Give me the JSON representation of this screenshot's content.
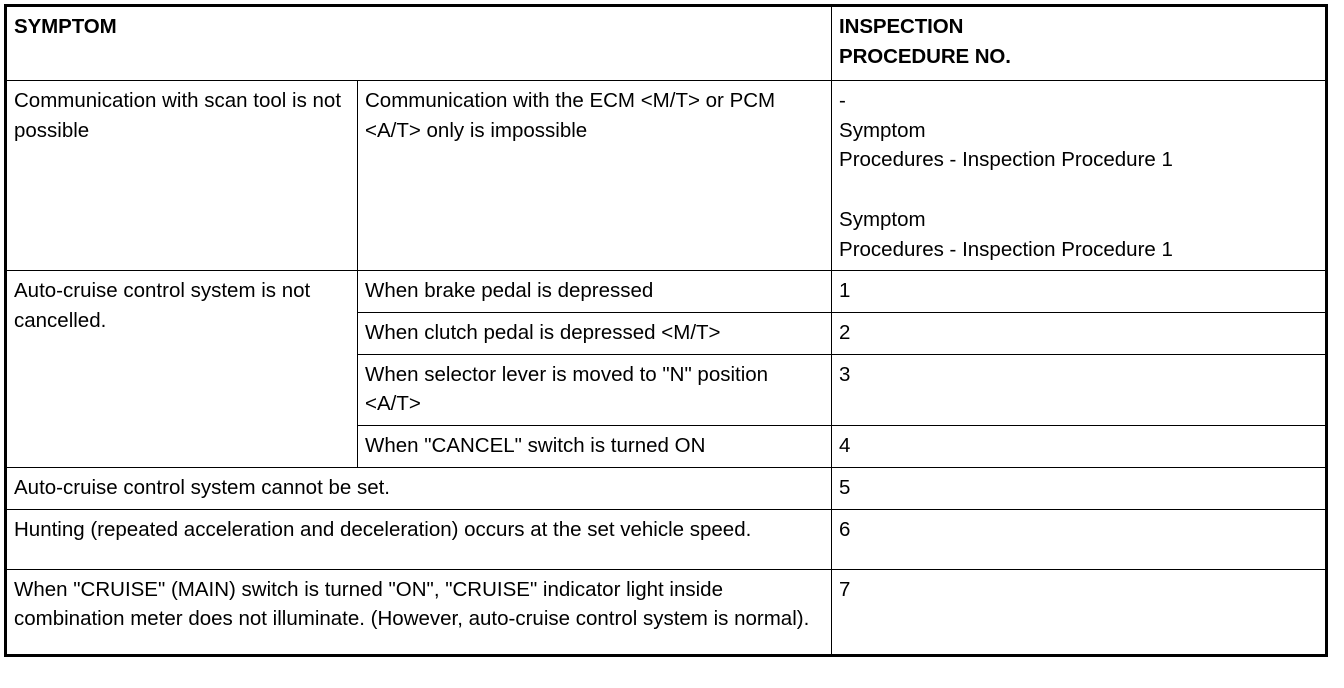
{
  "table": {
    "headers": {
      "symptom": "SYMPTOM",
      "inspection_procedure_no": "INSPECTION\nPROCEDURE NO."
    },
    "groups": [
      {
        "symptom": "Communication with scan tool is not possible",
        "rows": [
          {
            "condition": "Communication with the ECM <M/T> or PCM <A/T> only is impossible",
            "procedure": "-\nSymptom\n Procedures - Inspection Procedure 1\n\n Symptom\n Procedures - Inspection Procedure 1"
          }
        ]
      },
      {
        "symptom": "Auto-cruise control system is not cancelled.",
        "rows": [
          {
            "condition": "When brake pedal is depressed",
            "procedure": "1"
          },
          {
            "condition": "When clutch pedal is depressed <M/T>",
            "procedure": "2"
          },
          {
            "condition": "When selector lever is moved to \"N\" position <A/T>",
            "procedure": "3"
          },
          {
            "condition": "When \"CANCEL\" switch is turned ON",
            "procedure": "4"
          }
        ]
      },
      {
        "symptom": "Auto-cruise control system cannot be set.",
        "spans_conditions": true,
        "procedure": "5"
      },
      {
        "symptom": "Hunting (repeated acceleration and deceleration) occurs at the set vehicle speed.",
        "spans_conditions": true,
        "procedure": "6"
      },
      {
        "symptom": "When \"CRUISE\" (MAIN) switch is turned \"ON\", \"CRUISE\" indicator light inside combination meter does not illuminate. (However, auto-cruise control system is normal).",
        "spans_conditions": true,
        "procedure": "7"
      }
    ]
  },
  "colors": {
    "border": "#000000",
    "text": "#000000",
    "background": "#ffffff"
  }
}
